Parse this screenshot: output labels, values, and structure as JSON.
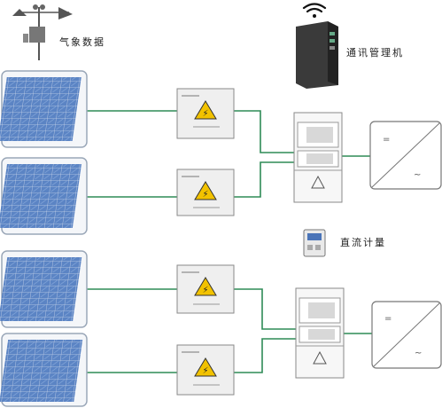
{
  "labels": {
    "weather": "气象数据",
    "comm": "通讯管理机",
    "dc_meter": "直流计量"
  },
  "colors": {
    "wire": "#2e8b57",
    "panel_fill": "#5b84c4",
    "panel_frame": "#9aa7b8",
    "box_fill": "#eeeeee",
    "box_stroke": "#8a8a8a",
    "warning": "#f2c200"
  },
  "icons": [
    "weather-station-icon",
    "wifi-icon",
    "comm-manager-icon",
    "dc-meter-icon",
    "warning-icon",
    "solar-panel-icon",
    "inverter-icon"
  ]
}
